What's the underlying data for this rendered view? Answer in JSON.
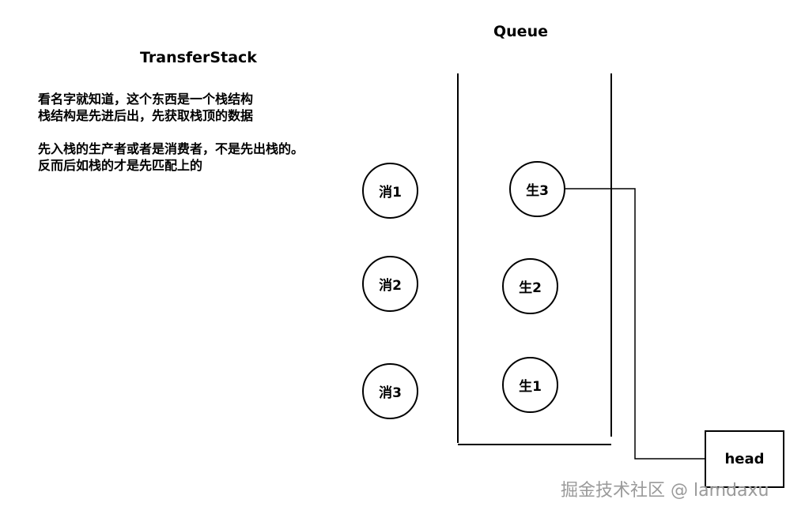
{
  "titles": {
    "transfer_stack": "TransferStack",
    "queue": "Queue"
  },
  "description": {
    "lines": [
      "看名字就知道，这个东西是一个栈结构",
      "栈结构是先进后出，先获取栈顶的数据",
      "",
      "先入栈的生产者或者是消费者，不是先出栈的。",
      "反而后如栈的才是先匹配上的"
    ]
  },
  "consumers": [
    "消1",
    "消2",
    "消3"
  ],
  "producers": [
    "生3",
    "生2",
    "生1"
  ],
  "head_label": "head",
  "watermark": "掘金技术社区 @ lamdaxu",
  "colors": {
    "line": "#000000",
    "watermark": "#9a9a9a"
  }
}
